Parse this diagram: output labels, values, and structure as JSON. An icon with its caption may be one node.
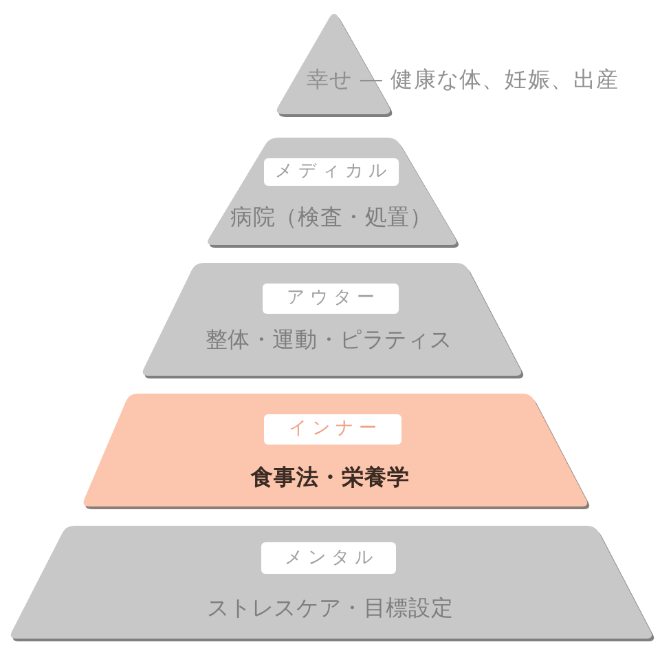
{
  "diagram": {
    "nodes": [
      {
        "text": [
          "幸せ ― 健康な体、妊娠、出産"
        ]
      },
      {
        "text": [
          "病院（検査・処置）"
        ]
      },
      {
        "text": [
          "メディカル"
        ],
        "in": 1
      },
      {
        "text": [
          "整体・運動・ピラティス"
        ]
      },
      {
        "text": [
          "アウター"
        ],
        "in": 3
      },
      {
        "text": [
          "食事法・栄養学"
        ]
      },
      {
        "text": [
          "インナー"
        ],
        "in": 5
      },
      {
        "text": [
          "ストレスケア・目標設定"
        ]
      },
      {
        "text": [
          "メンタル"
        ],
        "in": 7
      }
    ]
  }
}
